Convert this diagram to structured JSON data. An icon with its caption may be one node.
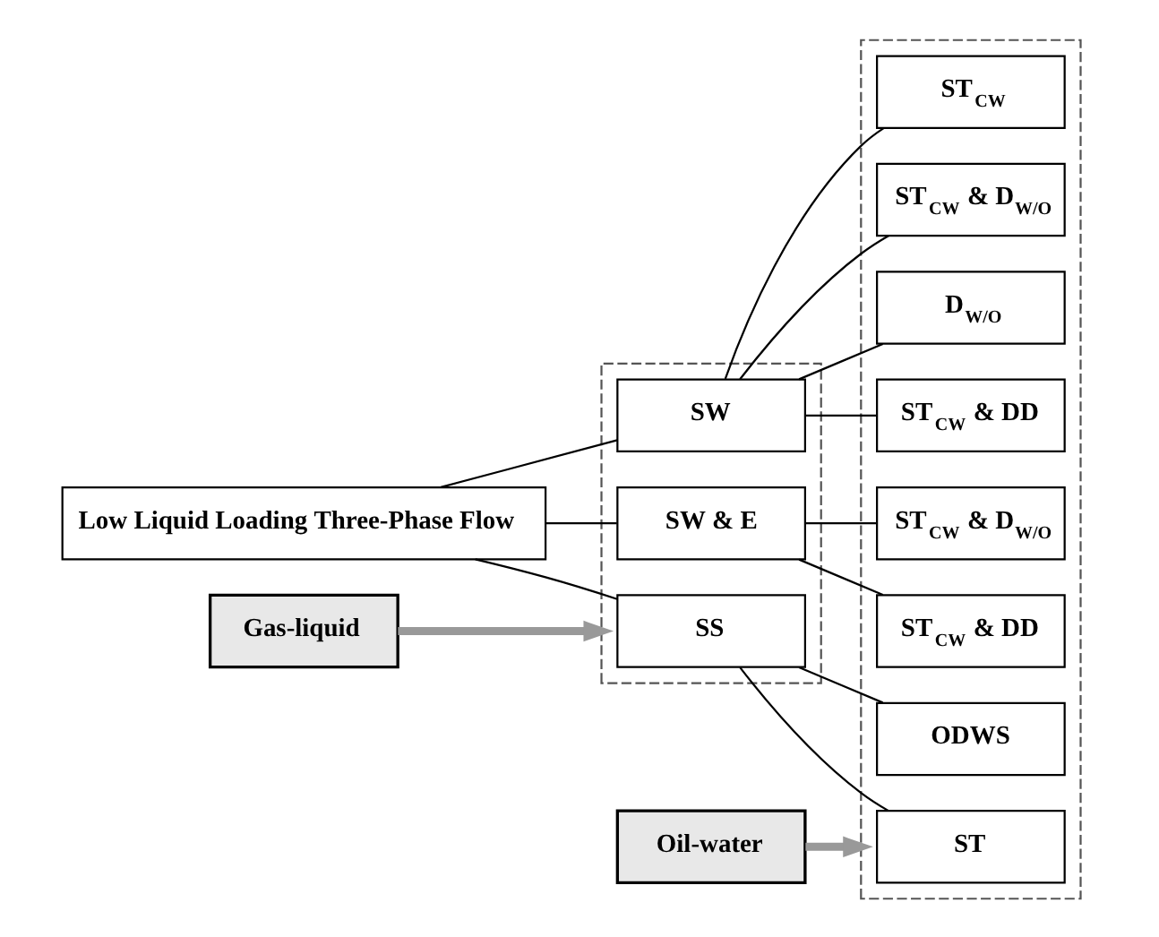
{
  "diagram": {
    "nodes": [
      {
        "text": [
          "Gas-liquid"
        ]
      },
      {
        "text": [
          "Oil-water"
        ]
      },
      {
        "text": [],
        "shape": "box"
      },
      {
        "text": [],
        "shape": "box"
      },
      {
        "text": [
          "Low Liquid Loading Three-Phase Flow"
        ]
      },
      {
        "text": [
          "SS"
        ],
        "in": 2
      },
      {
        "text": [
          "SW"
        ],
        "in": 2
      },
      {
        "text": [
          "SW & E"
        ],
        "in": 2
      },
      {
        "text": [
          "ST"
        ],
        "in": 3
      },
      {
        "text": [
          "ODWS"
        ],
        "in": 3
      },
      {
        "text": [
          "ST$_{CW}$"
        ],
        "in": 3
      },
      {
        "text": [
          "ST$_{CW}$ & D$_{W/O}$"
        ],
        "in": 3
      },
      {
        "text": [
          "D$_{W/O}$"
        ],
        "in": 3
      },
      {
        "text": [
          "ST$_{CW}$ & DD"
        ],
        "in": 3
      },
      {
        "text": [
          "ST$_{CW}$ & D$_{W/O}$"
        ],
        "in": 3
      },
      {
        "text": [
          "ST$_{CW}$ & DD"
        ],
        "in": 3
      }
    ],
    "edges": [
      {
        "from": 0,
        "to": 2,
        "arrow": "to",
        "style": "thick",
        "color": "#999999"
      },
      {
        "from": 1,
        "to": 3,
        "arrow": "to",
        "style": "thick",
        "color": "#999999"
      },
      {
        "from": 4,
        "to": 5,
        "arrow": "none"
      },
      {
        "from": 4,
        "to": 6,
        "arrow": "none"
      },
      {
        "from": 4,
        "to": 7,
        "arrow": "none"
      },
      {
        "from": 5,
        "to": 8,
        "arrow": "none"
      },
      {
        "from": 5,
        "to": 9,
        "arrow": "none"
      },
      {
        "from": 6,
        "to": 10,
        "arrow": "none"
      },
      {
        "from": 6,
        "to": 11,
        "arrow": "none"
      },
      {
        "from": 6,
        "to": 12,
        "arrow": "none"
      },
      {
        "from": 6,
        "to": 13,
        "arrow": "none"
      },
      {
        "from": 7,
        "to": 14,
        "arrow": "none"
      },
      {
        "from": 7,
        "to": 15,
        "arrow": "none"
      }
    ]
  }
}
